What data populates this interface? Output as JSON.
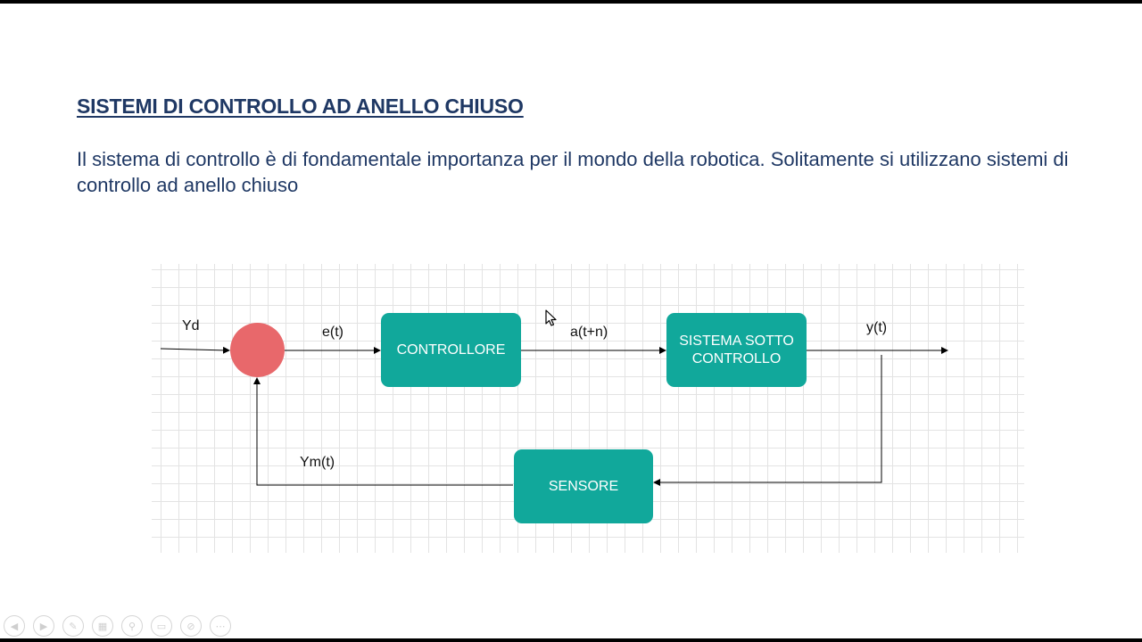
{
  "slide": {
    "title": "SISTEMI DI CONTROLLO AD ANELLO CHIUSO",
    "body": "Il sistema di controllo è di fondamentale importanza per il mondo della robotica. Solitamente si utilizzano sistemi di controllo ad anello chiuso"
  },
  "diagram": {
    "blocks": {
      "controller": "CONTROLLORE",
      "plant": "SISTEMA SOTTO CONTROLLO",
      "sensor": "SENSORE"
    },
    "signals": {
      "input": "Yd",
      "error": "e(t)",
      "actuation": "a(t+n)",
      "output": "y(t)",
      "measured": "Ym(t)"
    },
    "colors": {
      "block": "#11a89b",
      "summing_junction": "#e8686b",
      "title": "#1f3864",
      "arrow": "#000000"
    }
  },
  "toolbar": {
    "icons": [
      "prev-icon",
      "next-icon",
      "pen-icon",
      "slides-icon",
      "zoom-icon",
      "subtitles-icon",
      "camera-off-icon",
      "more-icon"
    ]
  }
}
